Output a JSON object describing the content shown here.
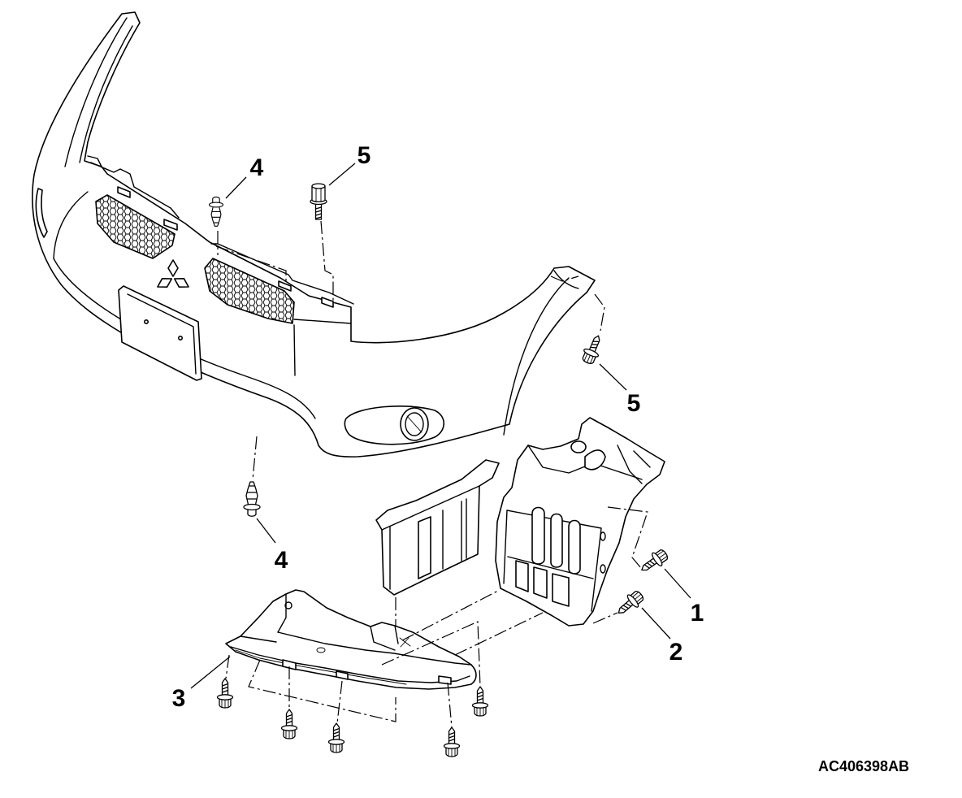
{
  "diagram": {
    "callouts": [
      "4",
      "5",
      "5",
      "4",
      "1",
      "2",
      "3"
    ],
    "figure_code": "AC406398AB"
  },
  "colors": {
    "line": "#000000",
    "background": "#ffffff"
  }
}
